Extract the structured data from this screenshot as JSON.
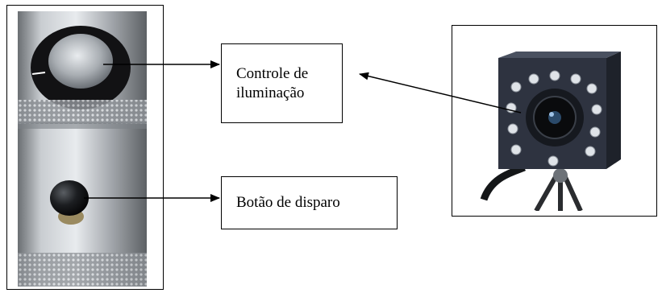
{
  "labels": {
    "controle_iluminacao": "Controle de\niluminação",
    "botao_disparo": "Botão de disparo"
  },
  "icons": {
    "knob": "illumination-knob",
    "button": "trigger-button",
    "camera": "ir-led-camera"
  },
  "colors": {
    "metal": "#b8bcc0",
    "knob": "#1c1c1e",
    "camera_body": "#2e3340",
    "led": "#dfe3e8"
  }
}
